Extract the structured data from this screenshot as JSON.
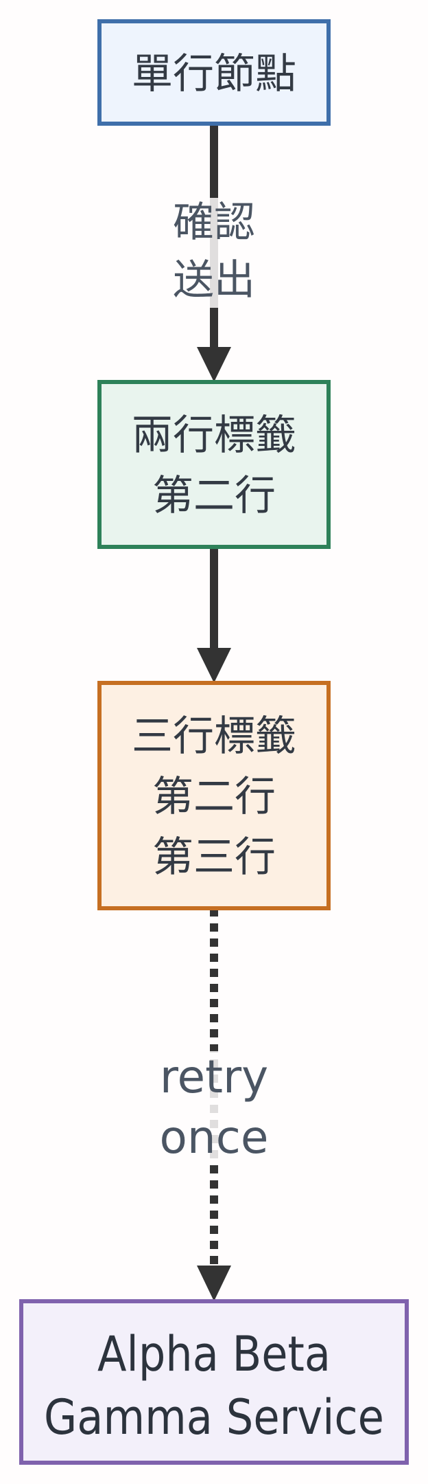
{
  "nodes": [
    {
      "id": "n1",
      "lines": [
        "單行節點"
      ],
      "fill": "#eef4fd",
      "stroke": "#3f6faa"
    },
    {
      "id": "n2",
      "lines": [
        "兩行標籤",
        "第二行"
      ],
      "fill": "#e9f4ee",
      "stroke": "#2e8159"
    },
    {
      "id": "n3",
      "lines": [
        "三行標籤",
        "第二行",
        "第三行"
      ],
      "fill": "#fdf0e3",
      "stroke": "#c66f22"
    },
    {
      "id": "n4",
      "lines": [
        "Alpha Beta",
        "Gamma Service"
      ],
      "fill": "#f3f0fa",
      "stroke": "#7f62ad"
    }
  ],
  "edges": [
    {
      "id": "e1",
      "from": "n1",
      "to": "n2",
      "style": "solid",
      "label": [
        "確認",
        "送出"
      ]
    },
    {
      "id": "e2",
      "from": "n2",
      "to": "n3",
      "style": "solid",
      "label": []
    },
    {
      "id": "e3",
      "from": "n3",
      "to": "n4",
      "style": "dotted",
      "label": [
        "retry",
        "once"
      ]
    }
  ],
  "colors": {
    "edge": "#333333"
  }
}
